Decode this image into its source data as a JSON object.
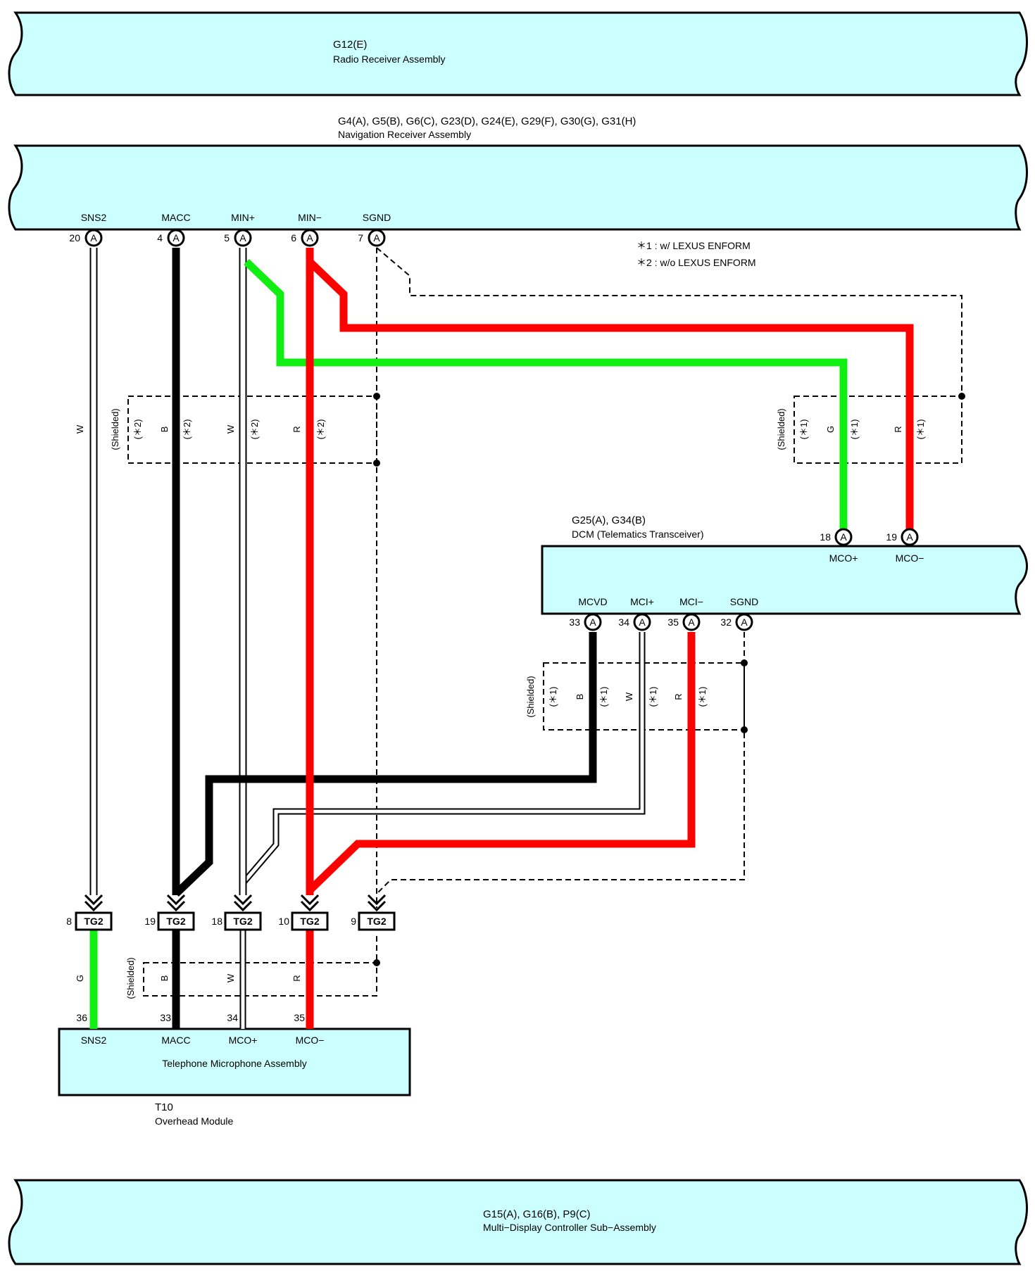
{
  "colors": {
    "component_fill": "#ccffff",
    "wire_green": "#11ee11",
    "wire_red": "#ff0000",
    "wire_black": "#000000",
    "wire_white": "#ffffff"
  },
  "notes": {
    "n1": "＊1 : w/ LEXUS ENFORM",
    "n2": "＊2 : w/o LEXUS ENFORM"
  },
  "labels": {
    "shielded": "(Shielded)",
    "s1": "(＊1)",
    "s2": "(＊2)"
  },
  "components": {
    "radio": {
      "code": "G12(E)",
      "name": "Radio Receiver Assembly"
    },
    "nav": {
      "code": "G4(A), G5(B), G6(C), G23(D), G24(E), G29(F), G30(G), G31(H)",
      "name": "Navigation Receiver Assembly",
      "pins": [
        {
          "label": "SNS2",
          "num": "20",
          "conn": "A"
        },
        {
          "label": "MACC",
          "num": "4",
          "conn": "A"
        },
        {
          "label": "MIN+",
          "num": "5",
          "conn": "A"
        },
        {
          "label": "MIN−",
          "num": "6",
          "conn": "A"
        },
        {
          "label": "SGND",
          "num": "7",
          "conn": "A"
        }
      ]
    },
    "dcm": {
      "code": "G25(A), G34(B)",
      "name": "DCM (Telematics Transceiver)",
      "top_pins": [
        {
          "label": "MCO+",
          "num": "18",
          "conn": "A"
        },
        {
          "label": "MCO−",
          "num": "19",
          "conn": "A"
        }
      ],
      "bottom_pins": [
        {
          "label": "MCVD",
          "num": "33",
          "conn": "A"
        },
        {
          "label": "MCI+",
          "num": "34",
          "conn": "A"
        },
        {
          "label": "MCI−",
          "num": "35",
          "conn": "A"
        },
        {
          "label": "SGND",
          "num": "32",
          "conn": "A"
        }
      ]
    },
    "tel": {
      "name": "Telephone Microphone Assembly",
      "pins": [
        {
          "label": "SNS2",
          "num": "36"
        },
        {
          "label": "MACC",
          "num": "33"
        },
        {
          "label": "MCO+",
          "num": "34"
        },
        {
          "label": "MCO−",
          "num": "35"
        }
      ]
    },
    "overhead": {
      "code": "T10",
      "name": "Overhead Module"
    },
    "mdc": {
      "code": "G15(A), G16(B), P9(C)",
      "name": "Multi−Display Controller Sub−Assembly"
    }
  },
  "junctions": [
    {
      "label": "TG2",
      "num": "8"
    },
    {
      "label": "TG2",
      "num": "19"
    },
    {
      "label": "TG2",
      "num": "18"
    },
    {
      "label": "TG2",
      "num": "10"
    },
    {
      "label": "TG2",
      "num": "9"
    }
  ],
  "wire_colors": {
    "nav_sns2": "W",
    "nav_shield": [
      "B",
      "W",
      "R"
    ],
    "dcm_top_shield": [
      "G",
      "R"
    ],
    "dcm_bottom_shield": [
      "B",
      "W",
      "R"
    ],
    "tel_sns2": "G",
    "tel_shield": [
      "B",
      "W",
      "R"
    ]
  }
}
